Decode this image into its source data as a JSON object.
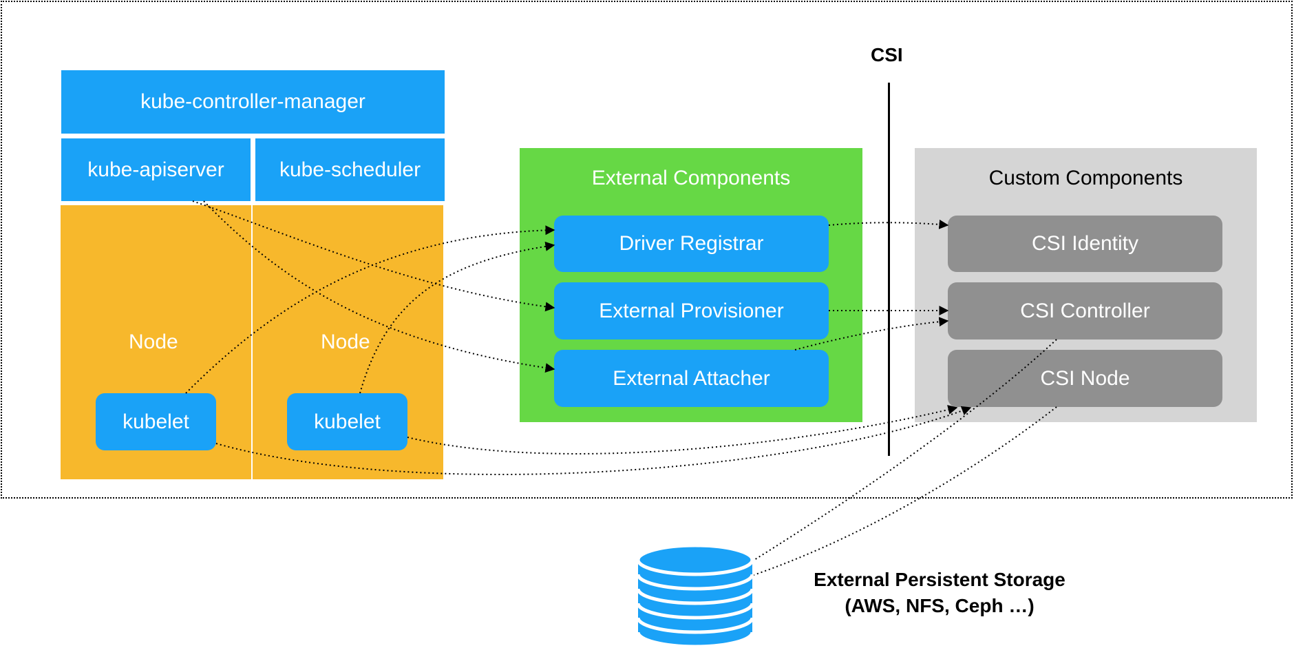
{
  "control_plane": {
    "controller_manager": "kube-controller-manager",
    "apiserver": "kube-apiserver",
    "scheduler": "kube-scheduler"
  },
  "nodes": [
    {
      "label": "Node",
      "kubelet": "kubelet"
    },
    {
      "label": "Node",
      "kubelet": "kubelet"
    }
  ],
  "csi_boundary": {
    "label": "CSI"
  },
  "external_components": {
    "title": "External Components",
    "items": [
      "Driver Registrar",
      "External Provisioner",
      "External Attacher"
    ]
  },
  "custom_components": {
    "title": "Custom Components",
    "items": [
      "CSI Identity",
      "CSI Controller",
      "CSI Node"
    ]
  },
  "storage": {
    "line1": "External Persistent Storage",
    "line2": "(AWS, NFS, Ceph …)"
  },
  "colors": {
    "blue": "#1aa2f7",
    "orange": "#f7b82c",
    "green": "#66d845",
    "light_grey": "#d5d5d5",
    "dark_grey": "#909090"
  }
}
